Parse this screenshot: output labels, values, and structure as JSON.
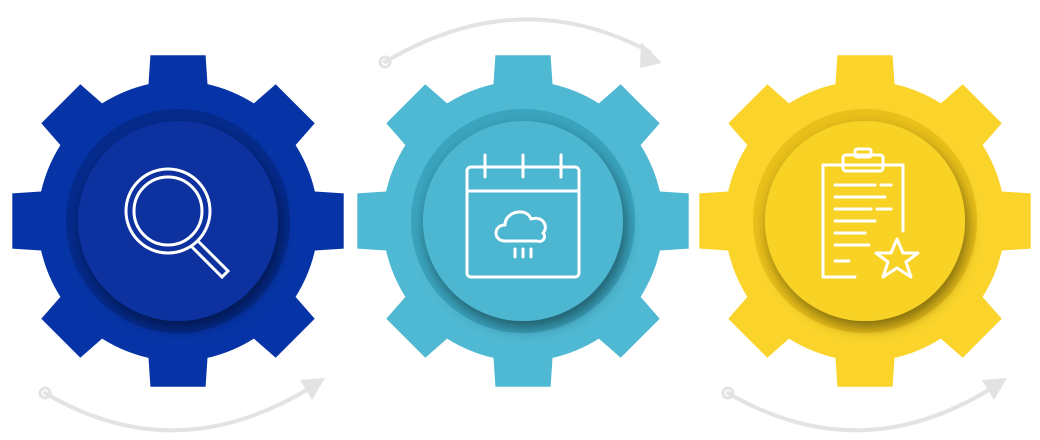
{
  "colors": {
    "arrow": "#e3e3e3",
    "icon_stroke": "#ffffff"
  },
  "gears": [
    {
      "name": "gear-search",
      "icon": "magnifier-icon",
      "colors": {
        "outer": "#0634a6",
        "shade": "#042a8c",
        "inner": "#07339f"
      }
    },
    {
      "name": "gear-calendar",
      "icon": "calendar-rain-icon",
      "colors": {
        "outer": "#4fb8d2",
        "shade": "#3aa4be",
        "inner": "#4db6d0"
      }
    },
    {
      "name": "gear-clipboard",
      "icon": "clipboard-star-icon",
      "colors": {
        "outer": "#fad42a",
        "shade": "#e9c01a",
        "inner": "#f8d326"
      }
    }
  ],
  "arrows": [
    {
      "name": "arrow-top",
      "direction": "right"
    },
    {
      "name": "arrow-bottom-left",
      "direction": "right"
    },
    {
      "name": "arrow-bottom-right",
      "direction": "right"
    }
  ]
}
